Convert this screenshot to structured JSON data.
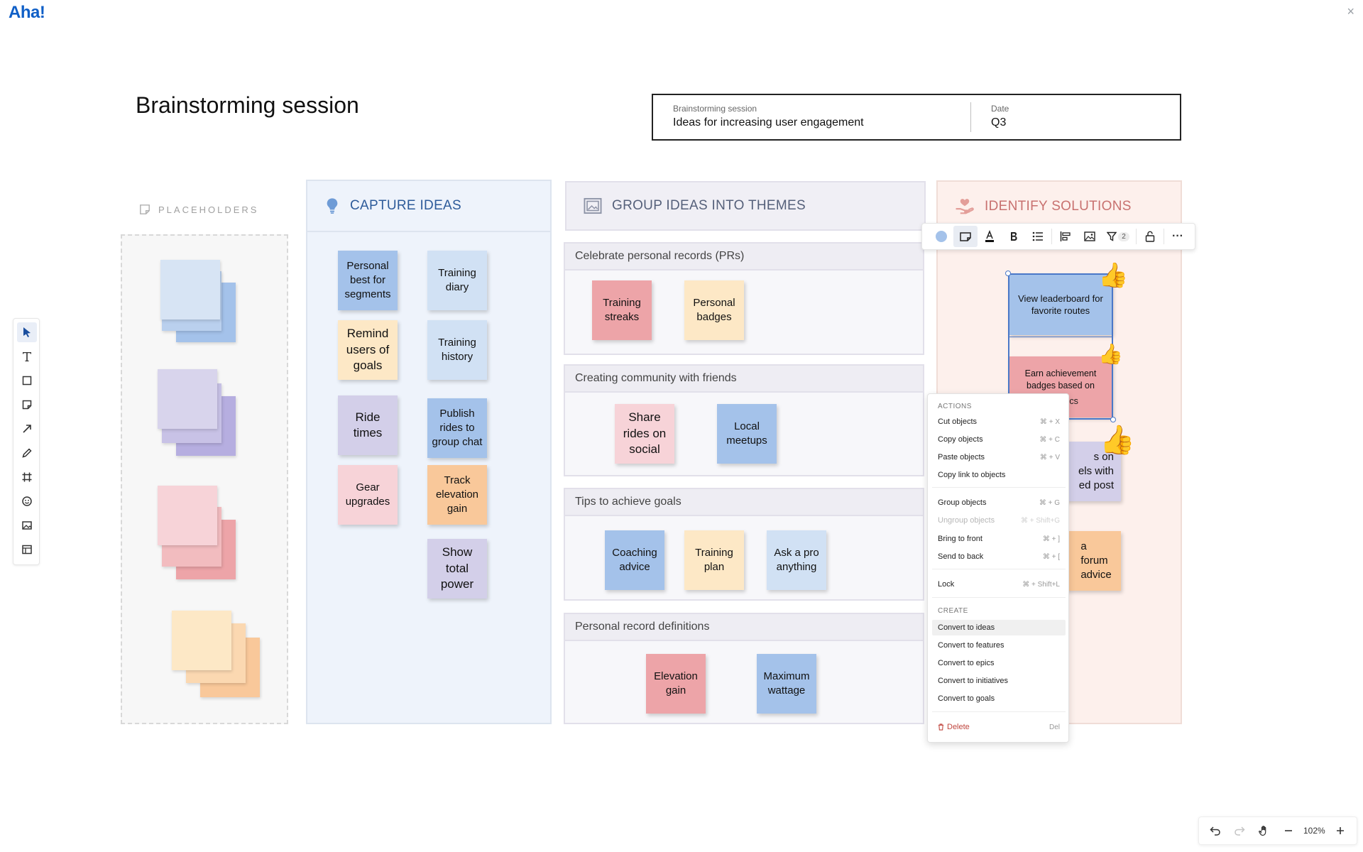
{
  "app": {
    "logo": "Aha!",
    "close_glyph": "×"
  },
  "page": {
    "title": "Brainstorming session"
  },
  "info": {
    "session_label": "Brainstorming session",
    "session_value": "Ideas for increasing user engagement",
    "date_label": "Date",
    "date_value": "Q3"
  },
  "toolrail": [
    "select-tool",
    "text-tool",
    "shape-tool",
    "sticky-note-tool",
    "arrow-tool",
    "pen-tool",
    "frame-tool",
    "emoji-tool",
    "image-tool",
    "template-tool"
  ],
  "placeholders": {
    "title": "PLACEHOLDERS"
  },
  "capture": {
    "title": "CAPTURE IDEAS",
    "notes": [
      "Personal best for segments",
      "Training diary",
      "Remind users of goals",
      "Training history",
      "Ride times",
      "Publish rides to group chat",
      "Gear upgrades",
      "Track elevation gain",
      "Show total power"
    ]
  },
  "group": {
    "title": "GROUP IDEAS INTO THEMES",
    "themes": [
      {
        "title": "Celebrate personal records (PRs)",
        "notes": [
          "Training streaks",
          "Personal badges"
        ]
      },
      {
        "title": "Creating community with friends",
        "notes": [
          "Share rides on social",
          "Local meetups"
        ]
      },
      {
        "title": "Tips to achieve goals",
        "notes": [
          "Coaching advice",
          "Training plan",
          "Ask a pro anything"
        ]
      },
      {
        "title": "Personal record definitions",
        "notes": [
          "Elevation gain",
          "Maximum wattage"
        ]
      }
    ]
  },
  "identify": {
    "title": "IDENTIFY SOLUTIONS",
    "notes": [
      "View leaderboard for favorite routes",
      "Earn achievement badges based on",
      "etrics",
      "s on",
      "els with",
      "ed post",
      "a",
      "forum",
      "advice"
    ]
  },
  "float_toolbar": {
    "filter_count": "2",
    "more": "···"
  },
  "context_menu": {
    "actions_label": "ACTIONS",
    "items": [
      {
        "label": "Cut objects",
        "shortcut": "⌘ + X"
      },
      {
        "label": "Copy objects",
        "shortcut": "⌘ + C"
      },
      {
        "label": "Paste objects",
        "shortcut": "⌘ + V"
      },
      {
        "label": "Copy link to objects",
        "shortcut": ""
      },
      {
        "label": "Group objects",
        "shortcut": "⌘ + G"
      },
      {
        "label": "Ungroup objects",
        "shortcut": "⌘ + Shift+G"
      },
      {
        "label": "Bring to front",
        "shortcut": "⌘ + ]"
      },
      {
        "label": "Send to back",
        "shortcut": "⌘ + ["
      },
      {
        "label": "Lock",
        "shortcut": "⌘ + Shift+L"
      }
    ],
    "create_label": "CREATE",
    "create_items": [
      "Convert to ideas",
      "Convert to features",
      "Convert to epics",
      "Convert to initiatives",
      "Convert to goals"
    ],
    "delete": {
      "label": "Delete",
      "shortcut": "Del"
    }
  },
  "zoom": {
    "value": "102%"
  }
}
